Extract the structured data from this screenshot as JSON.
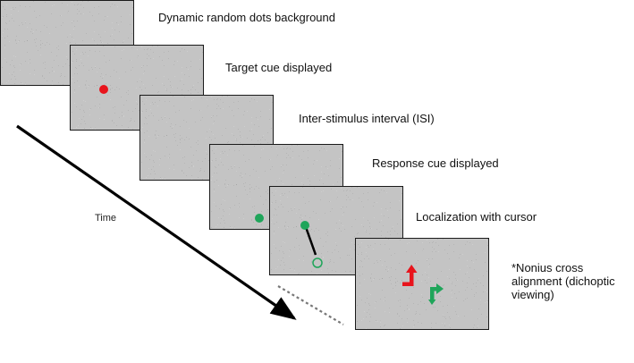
{
  "steps": [
    {
      "label": "Dynamic random dots background"
    },
    {
      "label": "Target cue displayed"
    },
    {
      "label": "Inter-stimulus interval (ISI)"
    },
    {
      "label": "Response cue displayed"
    },
    {
      "label": "Localization with cursor"
    },
    {
      "label": "*Nonius cross alignment (dichoptic viewing)"
    }
  ],
  "time_axis": {
    "label": "Time"
  },
  "colors": {
    "target_cue": "#e8141c",
    "response_cue": "#1fa55a",
    "nonius_red": "#e8141c",
    "nonius_green": "#1fa55a",
    "frame_border": "#1a1a1a",
    "arrow": "#000000"
  },
  "icons": {
    "target": "red-dot-icon",
    "response": "green-dot-icon",
    "cursor_target": "green-ring-icon",
    "nonius": "nonius-cross-icon"
  }
}
